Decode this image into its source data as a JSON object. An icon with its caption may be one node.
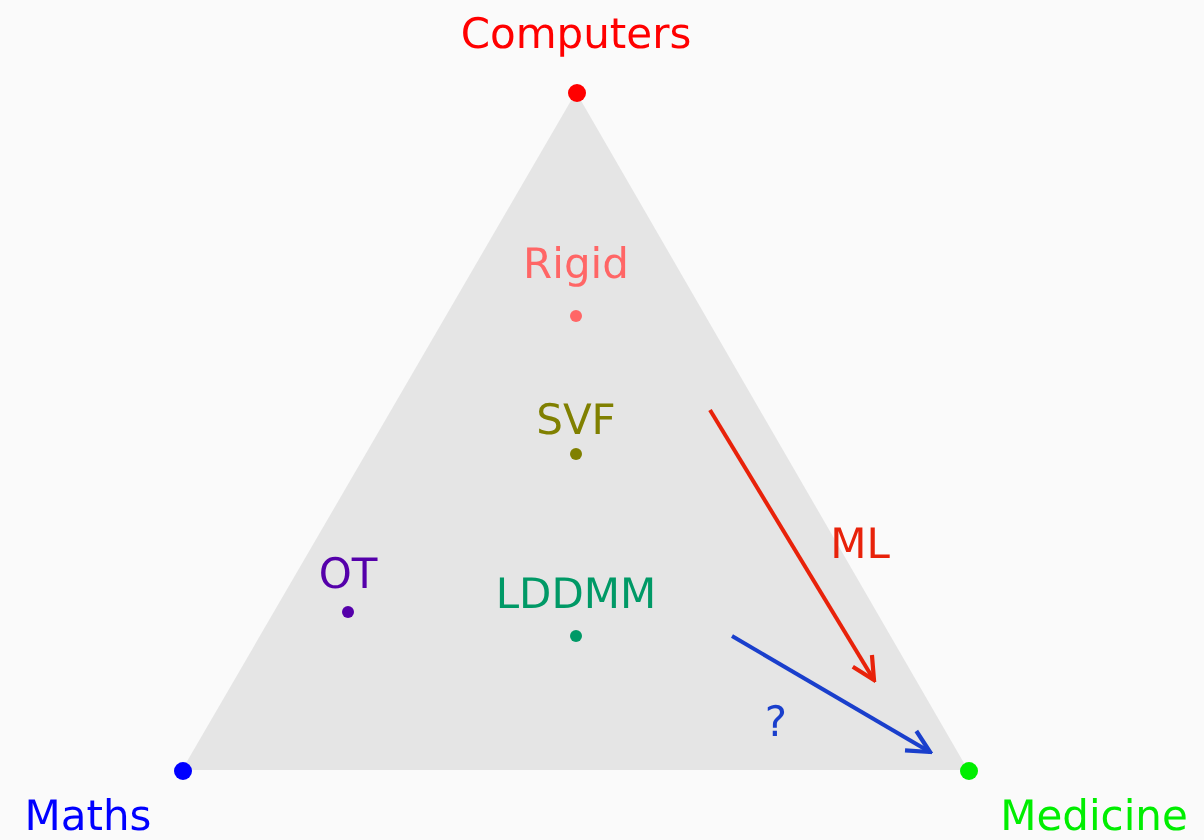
{
  "diagram": {
    "nodes": [
      {
        "text": [
          "Computers"
        ]
      },
      {
        "text": [
          "Maths"
        ]
      },
      {
        "text": [
          "Medicine"
        ]
      },
      {
        "text": [
          "Rigid"
        ]
      },
      {
        "text": [
          "SVF"
        ]
      },
      {
        "text": [
          "LDDMM"
        ]
      },
      {
        "text": [
          "OT"
        ]
      }
    ],
    "labels": [
      "ML",
      "?"
    ]
  }
}
